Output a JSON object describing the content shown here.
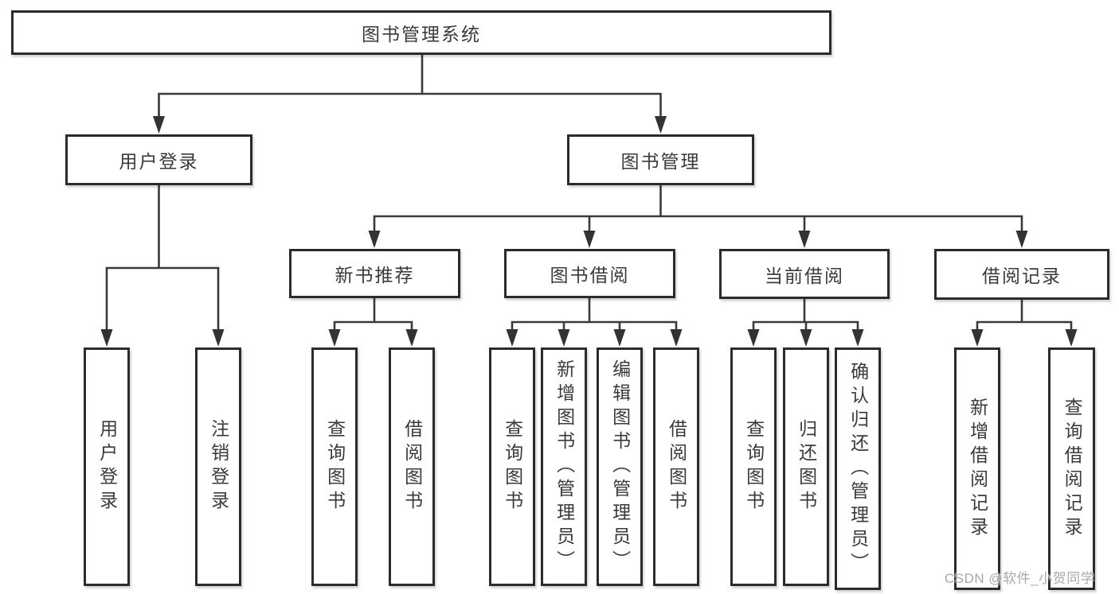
{
  "title": "图书管理系统",
  "watermark": {
    "text": "CSDN @软件_小贺同学"
  },
  "colors": {
    "background": "#ffffff",
    "box_border": "#2b2b2b",
    "connector_line": "#3a3a3a",
    "text": "#3a3a3a",
    "watermark_text": "#a9a9a9"
  },
  "tree": {
    "root": {
      "label": "图书管理系统"
    },
    "level2": [
      {
        "label": "用户登录",
        "parent": "图书管理系统"
      },
      {
        "label": "图书管理",
        "parent": "图书管理系统"
      }
    ],
    "level3": [
      {
        "label": "新书推荐",
        "parent": "图书管理"
      },
      {
        "label": "图书借阅",
        "parent": "图书管理"
      },
      {
        "label": "当前借阅",
        "parent": "图书管理"
      },
      {
        "label": "借阅记录",
        "parent": "图书管理"
      }
    ],
    "leaves": [
      {
        "label": "用户登录",
        "parent": "用户登录"
      },
      {
        "label": "注销登录",
        "parent": "用户登录"
      },
      {
        "label": "查询图书",
        "parent": "新书推荐"
      },
      {
        "label": "借阅图书",
        "parent": "新书推荐"
      },
      {
        "label": "查询图书",
        "parent": "图书借阅"
      },
      {
        "label": "新增图书（管理员）",
        "parent": "图书借阅"
      },
      {
        "label": "编辑图书（管理员）",
        "parent": "图书借阅"
      },
      {
        "label": "借阅图书",
        "parent": "图书借阅"
      },
      {
        "label": "查询图书",
        "parent": "当前借阅"
      },
      {
        "label": "归还图书",
        "parent": "当前借阅"
      },
      {
        "label": "确认归还（管理员）",
        "parent": "当前借阅"
      },
      {
        "label": "新增借阅记录",
        "parent": "借阅记录"
      },
      {
        "label": "查询借阅记录",
        "parent": "借阅记录"
      }
    ]
  }
}
